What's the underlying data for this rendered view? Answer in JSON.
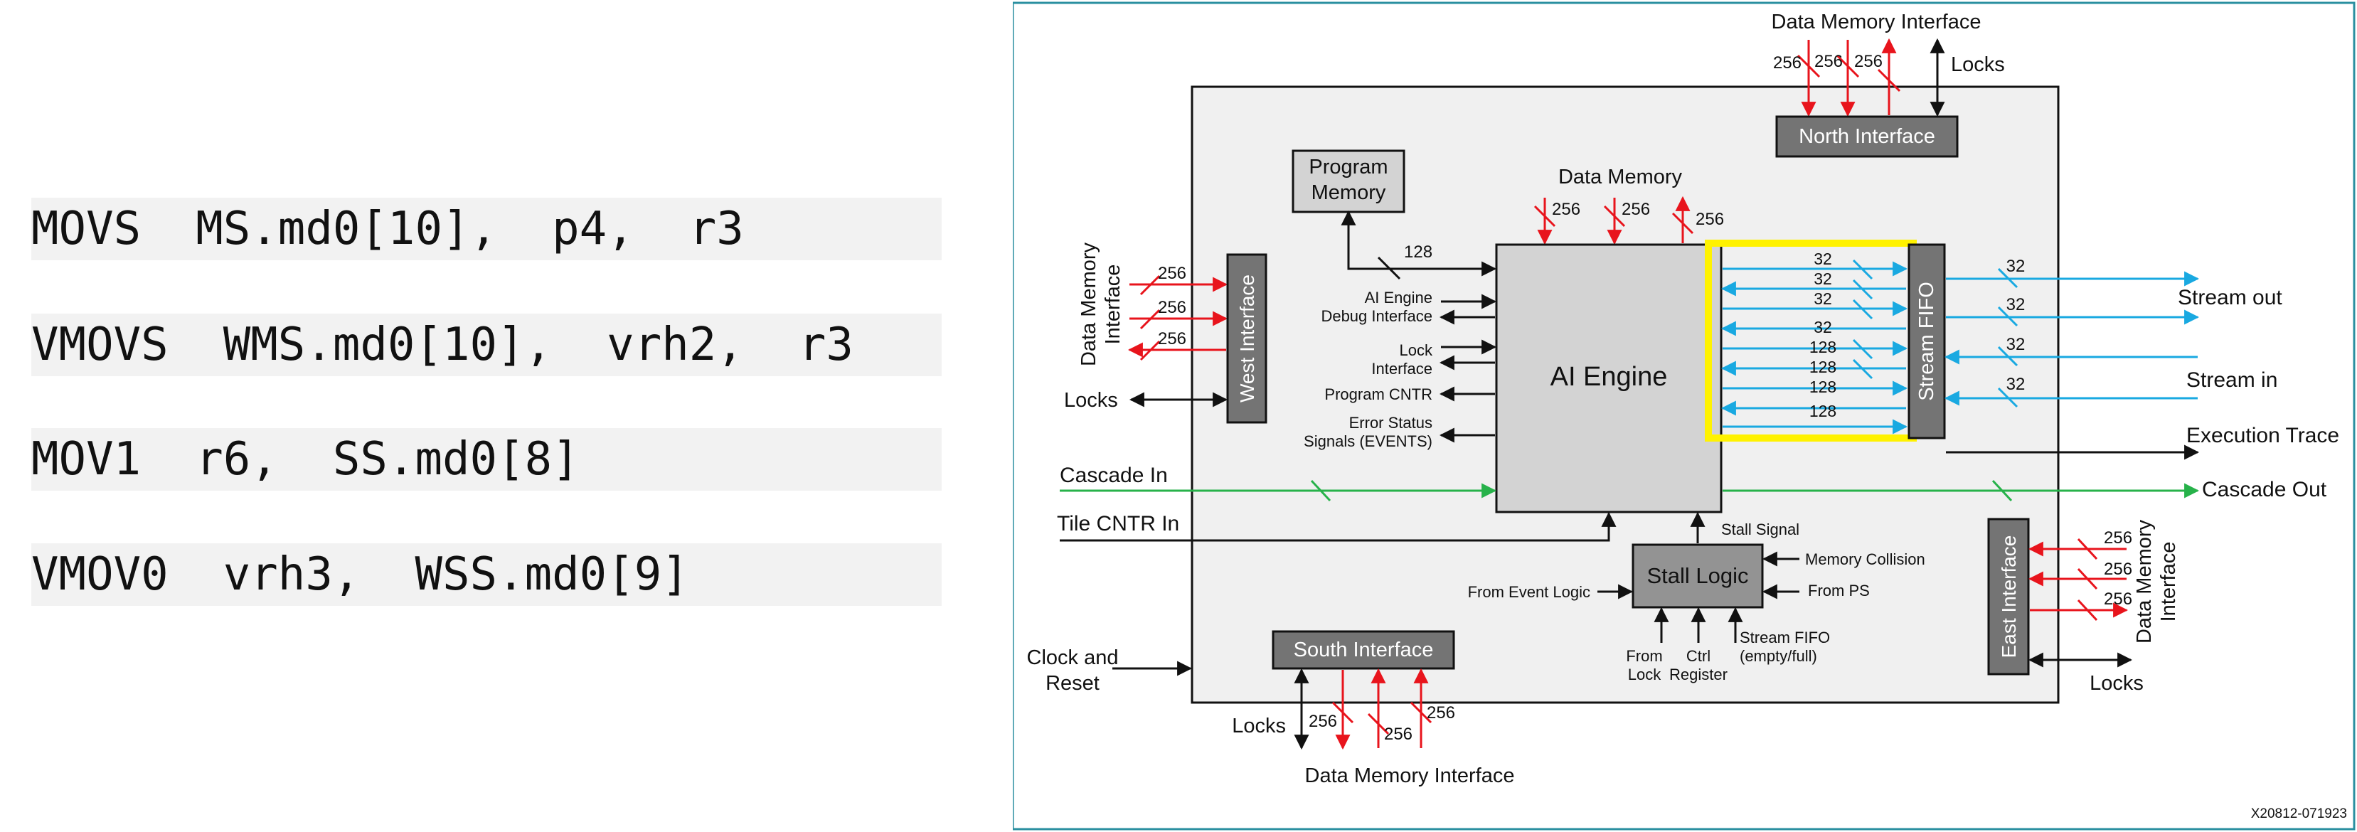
{
  "code": {
    "lines": [
      "MOVS  MS.md0[10],  p4,  r3",
      "VMOVS  WMS.md0[10],  vrh2,  r3",
      "MOV1  r6,  SS.md0[8]",
      "VMOV0  vrh3,  WSS.md0[9]"
    ]
  },
  "diagram": {
    "blocks": {
      "ai_engine": "AI Engine",
      "program_memory_1": "Program",
      "program_memory_2": "Memory",
      "stream_fifo": "Stream FIFO",
      "stall_logic": "Stall Logic",
      "north_interface": "North Interface",
      "south_interface": "South Interface",
      "west_interface": "West Interface",
      "east_interface": "East Interface"
    },
    "labels": {
      "dmi_top": "Data Memory Interface",
      "dmi_bottom": "Data Memory Interface",
      "dmi_west_1": "Data Memory",
      "dmi_west_2": "Interface",
      "dmi_east_1": "Data Memory",
      "dmi_east_2": "Interface",
      "locks_top": "Locks",
      "locks_west": "Locks",
      "locks_bottom": "Locks",
      "locks_east": "Locks",
      "data_memory": "Data Memory",
      "debug_1": "AI Engine",
      "debug_2": "Debug Interface",
      "lock_if_1": "Lock",
      "lock_if_2": "Interface",
      "program_cntr": "Program CNTR",
      "error_status_1": "Error Status",
      "error_status_2": "Signals (EVENTS)",
      "cascade_in": "Cascade In",
      "cascade_out": "Cascade Out",
      "tile_cntr_in": "Tile CNTR In",
      "clock_1": "Clock and",
      "clock_2": "Reset",
      "stall_signal": "Stall Signal",
      "memory_collision": "Memory Collision",
      "from_ps": "From PS",
      "from_event_logic": "From Event Logic",
      "from_lock_1": "From",
      "from_lock_2": "Lock",
      "ctrl_reg_1": "Ctrl",
      "ctrl_reg_2": "Register",
      "stream_fifo_sig_1": "Stream FIFO",
      "stream_fifo_sig_2": "(empty/full)",
      "stream_out": "Stream out",
      "stream_in": "Stream in",
      "execution_trace": "Execution Trace",
      "figure_id": "X20812-071923"
    },
    "widths": {
      "w256": "256",
      "w128": "128",
      "w32": "32"
    },
    "colors": {
      "red": "#e8141c",
      "cyan": "#19a9e1",
      "green": "#27b24a",
      "highlight": "#fff200",
      "dark_block": "#747474",
      "light_block": "#d3d3d3",
      "tile_bg": "#f0f0f0",
      "frame": "#2a8fa0"
    }
  }
}
